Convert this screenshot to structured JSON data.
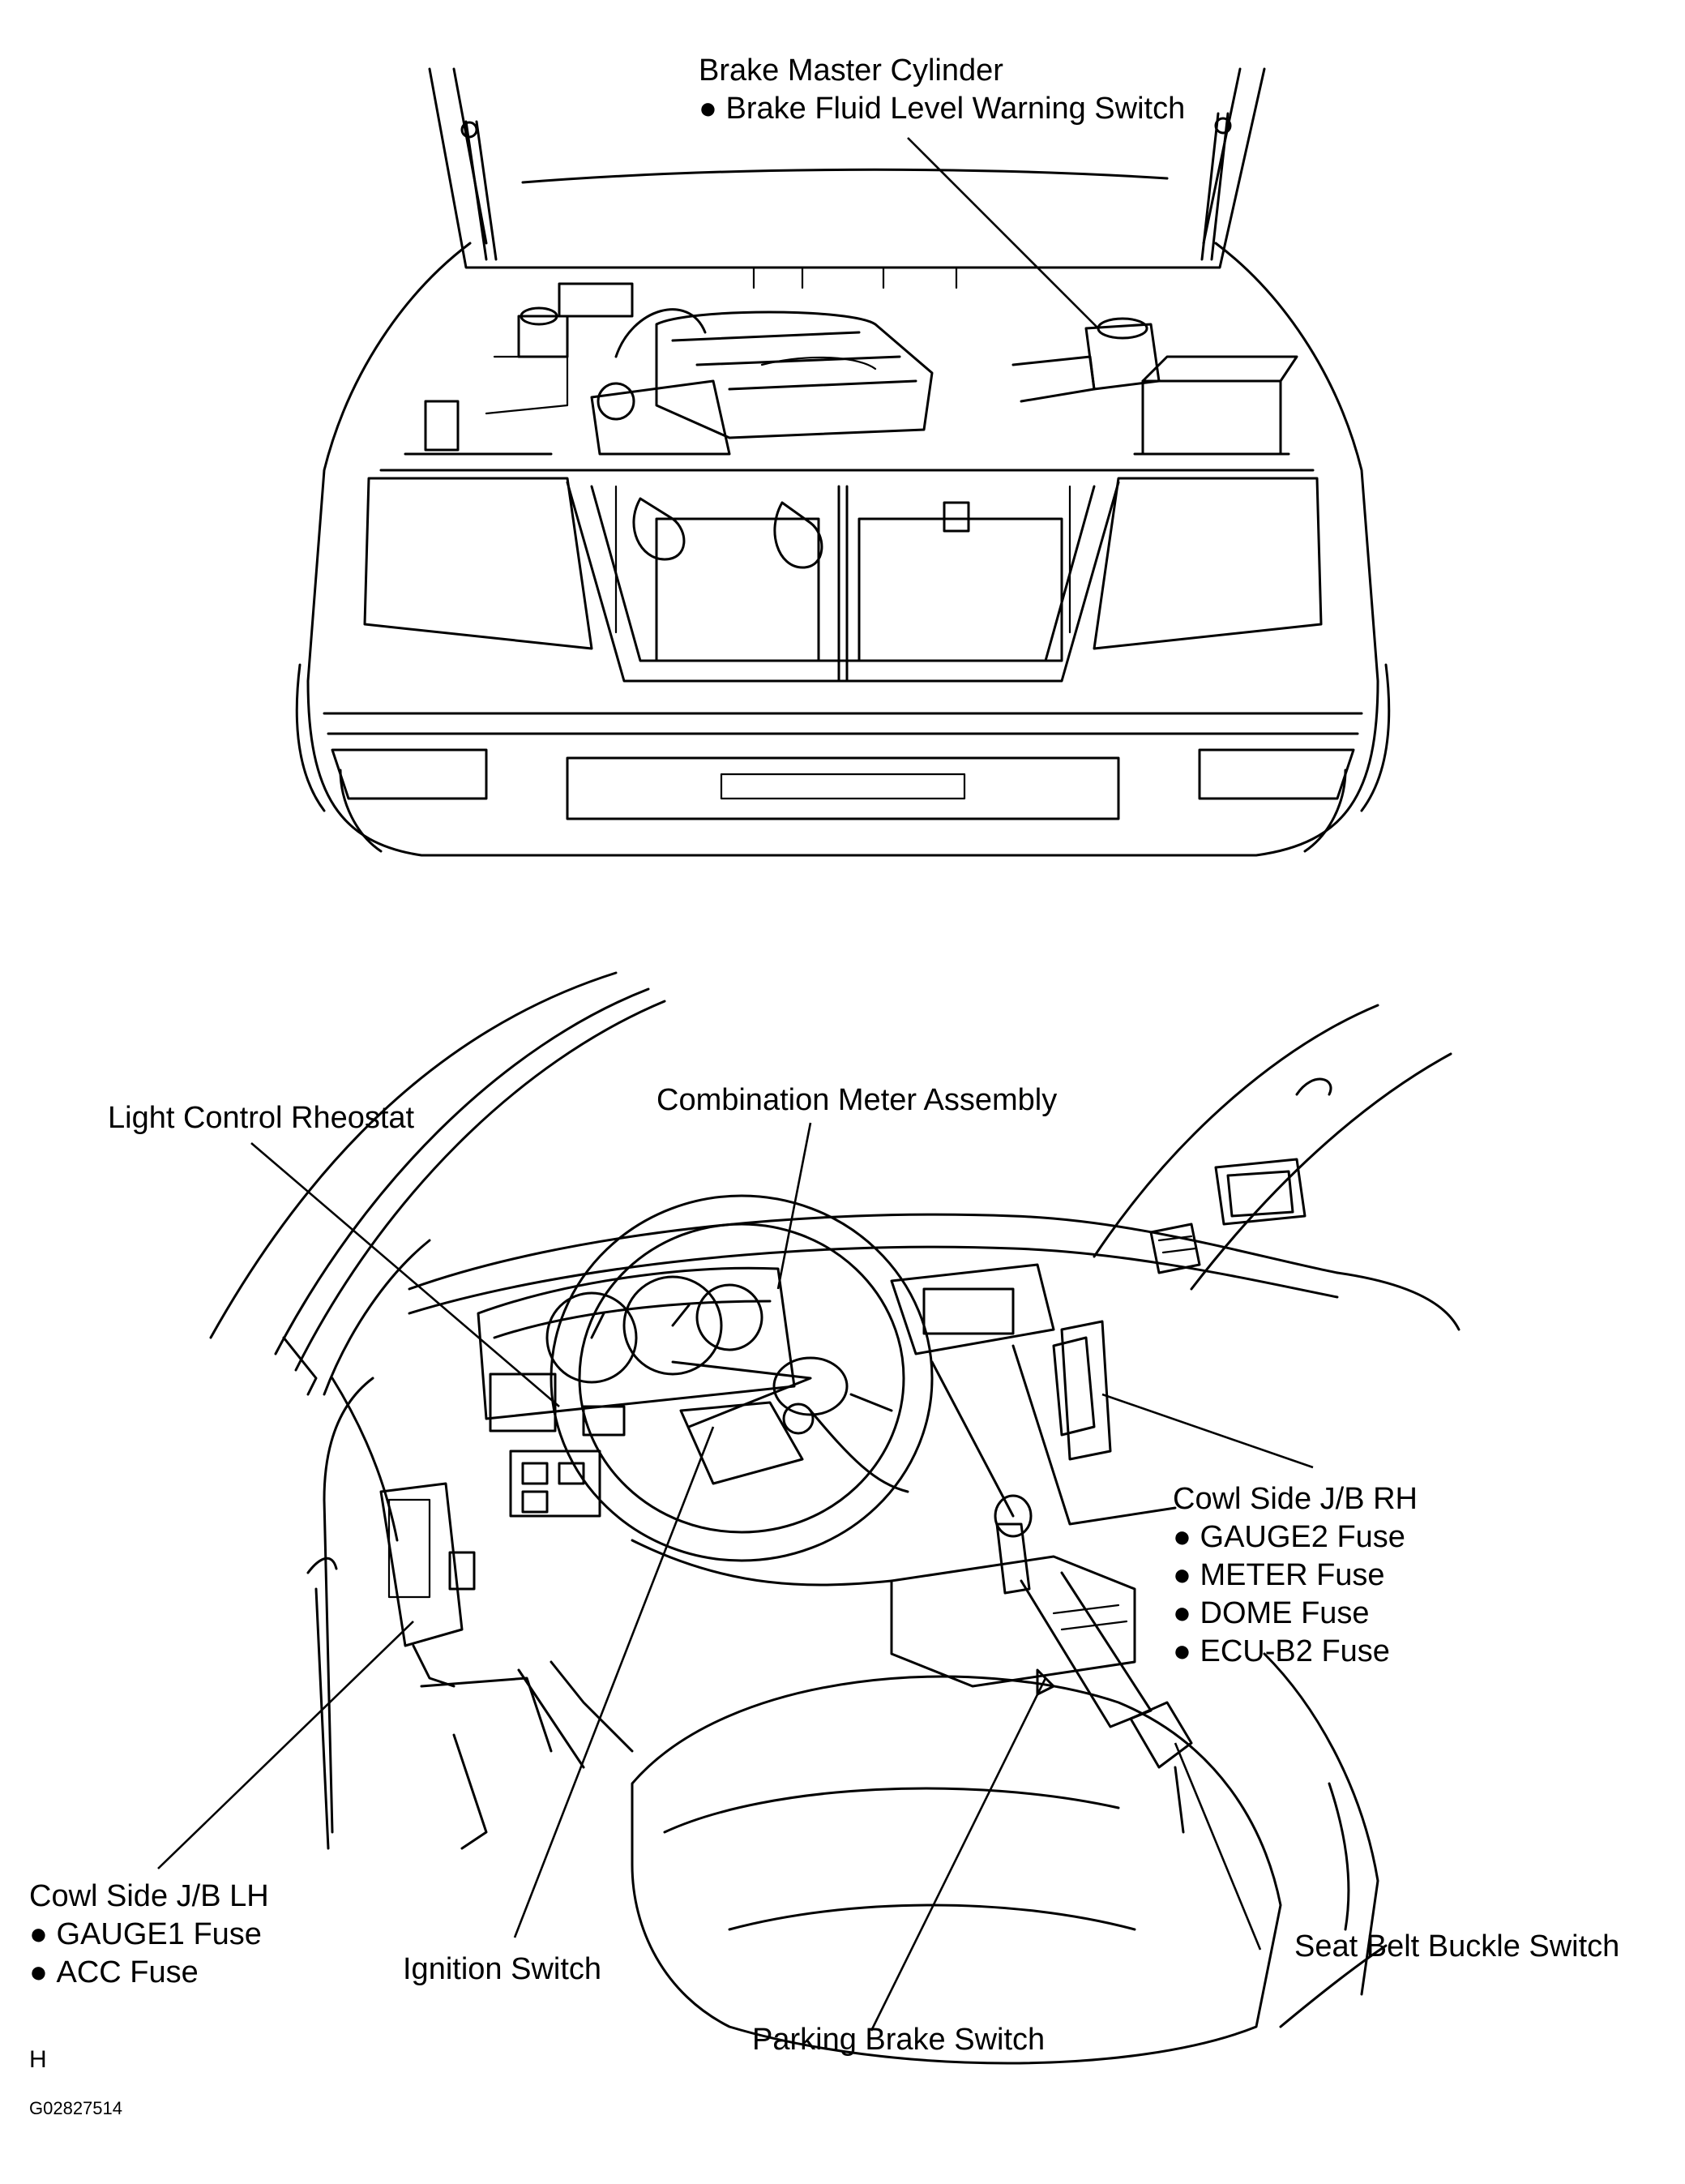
{
  "labels": {
    "brake_master": {
      "title": "Brake Master Cylinder",
      "items": [
        "Brake Fluid Level Warning Switch"
      ]
    },
    "light_control": {
      "title": "Light Control Rheostat"
    },
    "combination_meter": {
      "title": "Combination Meter Assembly"
    },
    "cowl_rh": {
      "title": "Cowl Side J/B RH",
      "items": [
        "GAUGE2 Fuse",
        "METER Fuse",
        "DOME Fuse",
        "ECU-B2 Fuse"
      ]
    },
    "cowl_lh": {
      "title": "Cowl Side J/B LH",
      "items": [
        "GAUGE1 Fuse",
        "ACC Fuse"
      ]
    },
    "ignition": {
      "title": "Ignition Switch"
    },
    "parking_brake": {
      "title": "Parking Brake Switch"
    },
    "seat_belt": {
      "title": "Seat Belt Buckle Switch"
    }
  },
  "footer": {
    "letter": "H",
    "code": "G02827514"
  }
}
